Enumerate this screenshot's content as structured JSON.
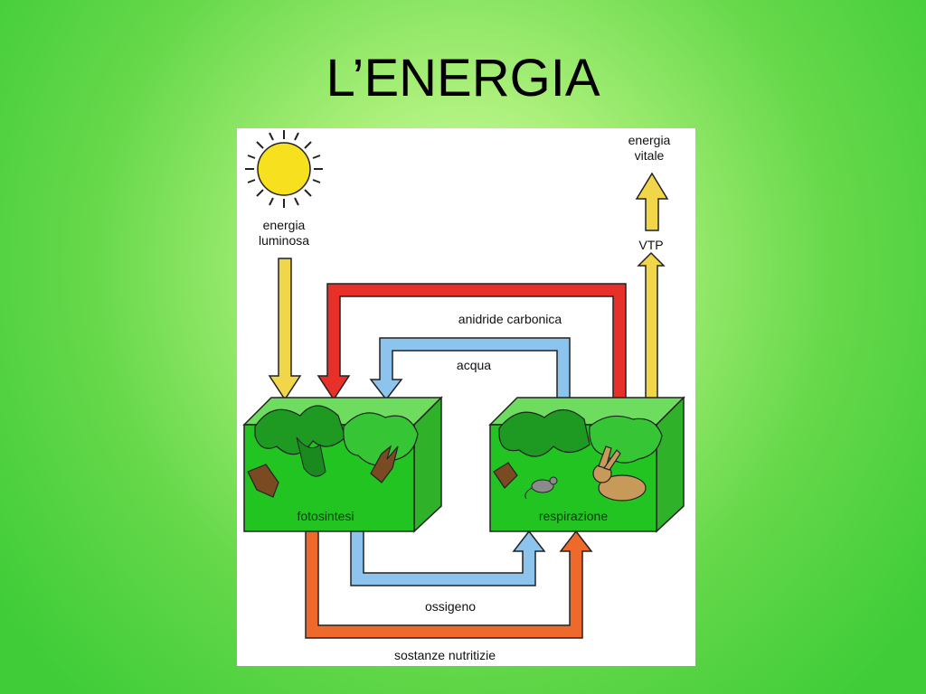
{
  "slide": {
    "title": "L’ENERGIA"
  },
  "diagram": {
    "labels": {
      "light_energy": [
        "energia",
        "luminosa"
      ],
      "vital_energy": [
        "energia",
        "vitale"
      ],
      "vtp": "VTP",
      "carbon_dioxide": "anidride carbonica",
      "water": "acqua",
      "photosynthesis": "fotosintesi",
      "respiration": "respirazione",
      "oxygen": "ossigeno",
      "nutrients": "sostanze nutritizie"
    },
    "colors": {
      "background_green": "#3fcc38",
      "box_green": "#22c422",
      "yellow_arrow": "#f2d64a",
      "red_arrow": "#e8302a",
      "blue_arrow": "#8cc4ee",
      "orange_arrow": "#ef6a2a",
      "sun": "#f7e11f"
    },
    "icons": [
      "sun-icon",
      "tree-icon",
      "mouse-icon",
      "rabbit-icon"
    ]
  }
}
